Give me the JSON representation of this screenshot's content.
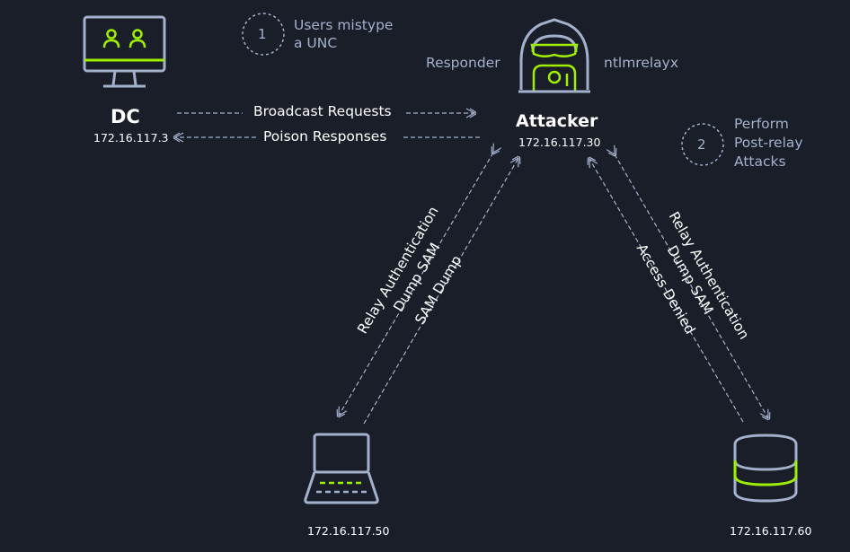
{
  "nodes": {
    "dc": {
      "name": "DC",
      "ip": "172.16.117.3"
    },
    "attacker": {
      "name": "Attacker",
      "ip": "172.16.117.30",
      "tool_left": "Responder",
      "tool_right": "ntlmrelayx"
    },
    "laptop": {
      "ip": "172.16.117.50"
    },
    "server": {
      "ip": "172.16.117.60"
    }
  },
  "steps": [
    {
      "number": "1",
      "text_line1": "Users mistype",
      "text_line2": "a UNC"
    },
    {
      "number": "2",
      "text_line1": "Perform",
      "text_line2": "Post-relay",
      "text_line3": "Attacks"
    }
  ],
  "edges": {
    "broadcast": "Broadcast Requests",
    "poison": "Poison Responses",
    "left_relay": "Relay Authentication",
    "left_dump": "Dump SAM",
    "left_samdump": "SAM Dump",
    "right_relay": "Relay Authentication",
    "right_dump": "Dump SAM",
    "right_denied": "Access Denied"
  },
  "colors": {
    "background": "#1a1e29",
    "accent": "#9fef00",
    "icon_stroke": "#a4b1cd",
    "text": "#ffffff"
  }
}
